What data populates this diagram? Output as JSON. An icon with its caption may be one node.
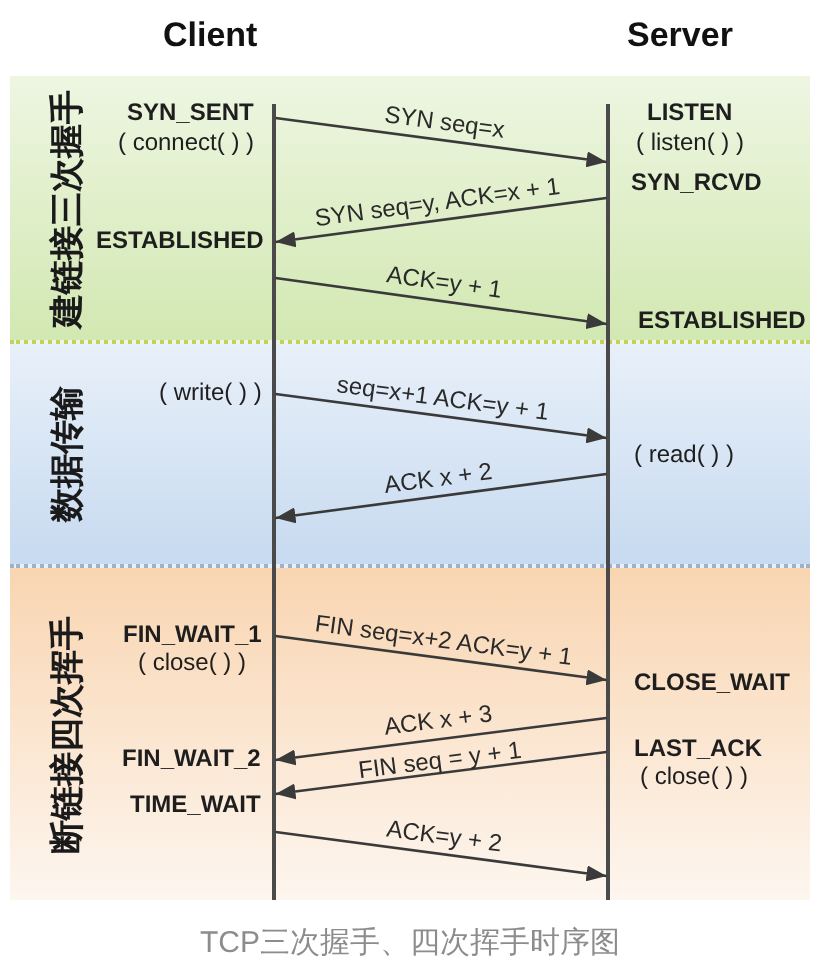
{
  "diagram": {
    "caption": "TCP三次握手、四次挥手时序图",
    "nodes": [
      {
        "text": [
          "建链接三次握手"
        ]
      },
      {
        "text": [],
        "shape": "line",
        "in": 0
      },
      {
        "text": [],
        "shape": "line",
        "in": 0
      },
      {
        "text": [
          "数据传输"
        ]
      },
      {
        "text": [],
        "shape": "line",
        "in": 3
      },
      {
        "text": [],
        "shape": "line",
        "in": 3
      },
      {
        "text": [
          "断链接四次挥手"
        ]
      },
      {
        "text": [],
        "shape": "line",
        "in": 6
      },
      {
        "text": [],
        "shape": "line",
        "in": 6
      }
    ],
    "edges": [
      {
        "from": 1,
        "to": 2,
        "arrow": "to",
        "label": "SYN seq=x"
      },
      {
        "from": 2,
        "to": 1,
        "arrow": "to",
        "label": "SYN seq=y, ACK=x + 1"
      },
      {
        "from": 1,
        "to": 2,
        "arrow": "to",
        "label": "ACK=y + 1"
      },
      {
        "from": 4,
        "to": 5,
        "arrow": "to",
        "label": "seq=x+1 ACK=y + 1"
      },
      {
        "from": 5,
        "to": 4,
        "arrow": "to",
        "label": "ACK x + 2"
      },
      {
        "from": 7,
        "to": 8,
        "arrow": "to",
        "label": "FIN seq=x+2 ACK=y + 1"
      },
      {
        "from": 8,
        "to": 7,
        "arrow": "to",
        "label": "ACK x + 3"
      },
      {
        "from": 8,
        "to": 7,
        "arrow": "to",
        "label": "FIN seq = y + 1"
      },
      {
        "from": 7,
        "to": 8,
        "arrow": "to",
        "label": "ACK=y + 2"
      }
    ],
    "labels": [
      "Client",
      "Server",
      "SYN_SENT",
      "LISTEN",
      "( connect( ) )",
      "( listen( ) )",
      "SYN_RCVD",
      "ESTABLISHED",
      "ESTABLISHED",
      "( write( ) )",
      "( read( ) )",
      "FIN_WAIT_1",
      "( close( ) )",
      "CLOSE_WAIT",
      "FIN_WAIT_2",
      "LAST_ACK",
      "( close( ) )",
      "TIME_WAIT"
    ]
  }
}
